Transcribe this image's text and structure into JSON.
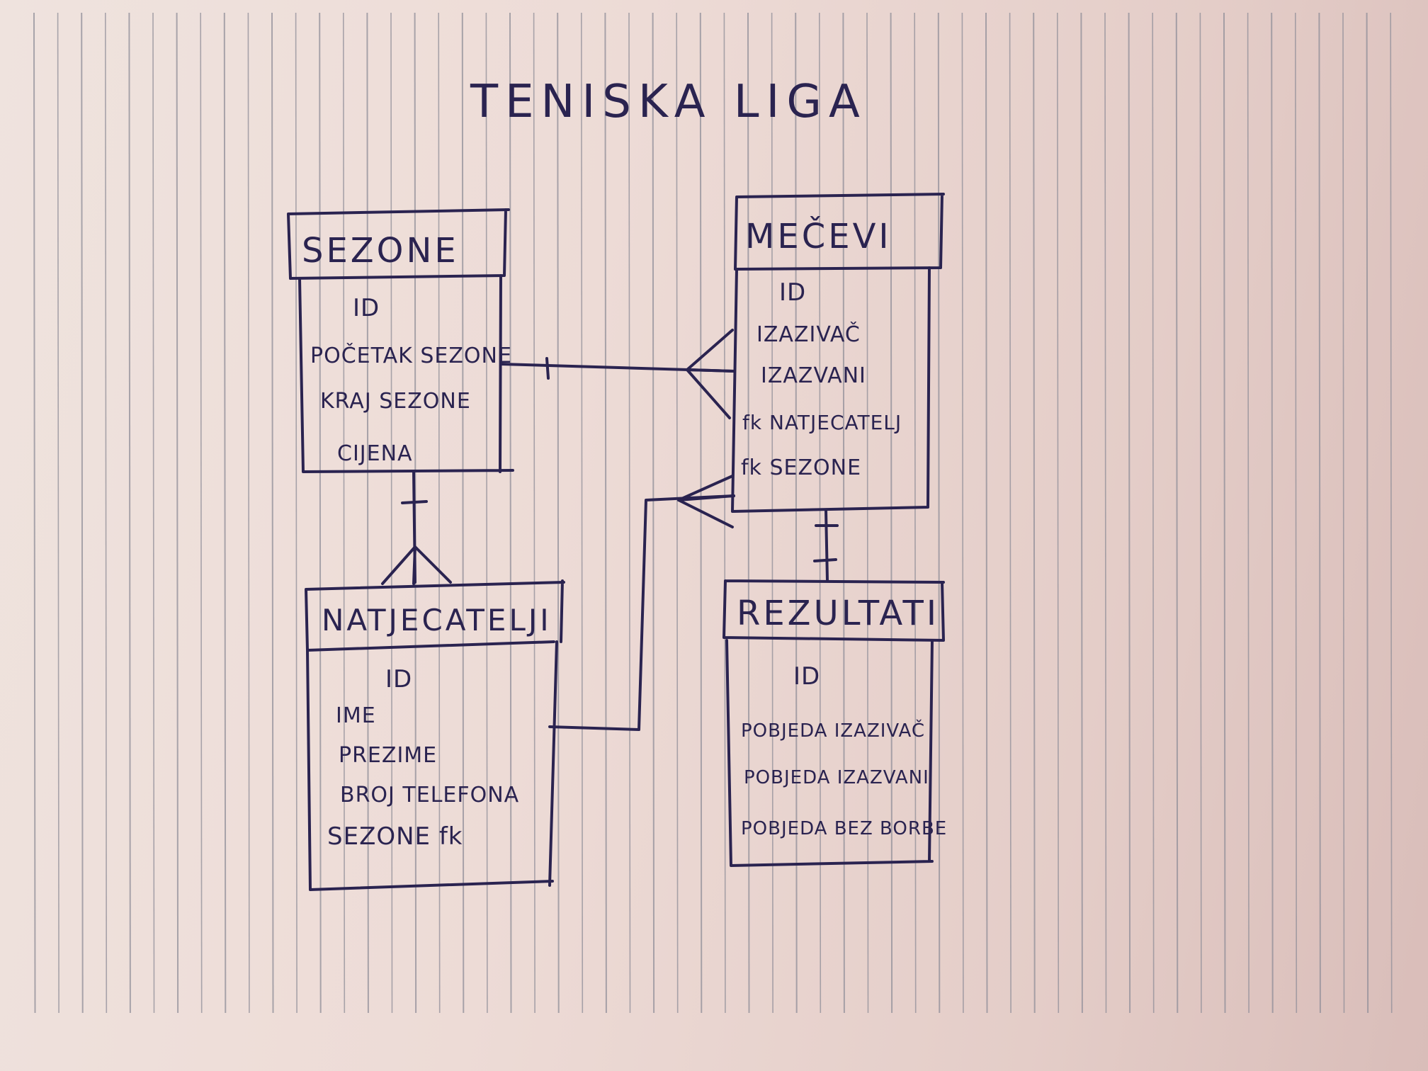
{
  "title": "TENISKA LIGA",
  "colors": {
    "ink": "#2a2350",
    "paper": "#eddbd6",
    "rule_lines": "#8f8d98"
  },
  "entities": {
    "sezone": {
      "name": "SEZONE",
      "fields": [
        "ID",
        "POČETAK SEZONE",
        "KRAJ SEZONE",
        "CIJENA"
      ]
    },
    "mecevi": {
      "name": "MEČEVI",
      "fields": [
        "ID",
        "IZAZIVAČ",
        "IZAZVANI",
        "fk NATJECATELJ",
        "fk SEZONE"
      ]
    },
    "natjecatelji": {
      "name": "NATJECATELJI",
      "fields": [
        "ID",
        "IME",
        "PREZIME",
        "BROJ TELEFONA",
        "SEZONE fk"
      ]
    },
    "rezultati": {
      "name": "REZULTATI",
      "fields": [
        "ID",
        "POBJEDA IZAZIVAČ",
        "POBJEDA IZAZVANI",
        "POBJEDA BEZ BORBE"
      ]
    }
  },
  "relationships": [
    {
      "from": "SEZONE",
      "to": "MEČEVI",
      "from_end": "one",
      "to_end": "many"
    },
    {
      "from": "SEZONE",
      "to": "NATJECATELJI",
      "from_end": "one",
      "to_end": "many"
    },
    {
      "from": "NATJECATELJI",
      "to": "MEČEVI",
      "from_end": "one",
      "to_end": "many"
    },
    {
      "from": "MEČEVI",
      "to": "REZULTATI",
      "from_end": "one",
      "to_end": "one"
    }
  ]
}
